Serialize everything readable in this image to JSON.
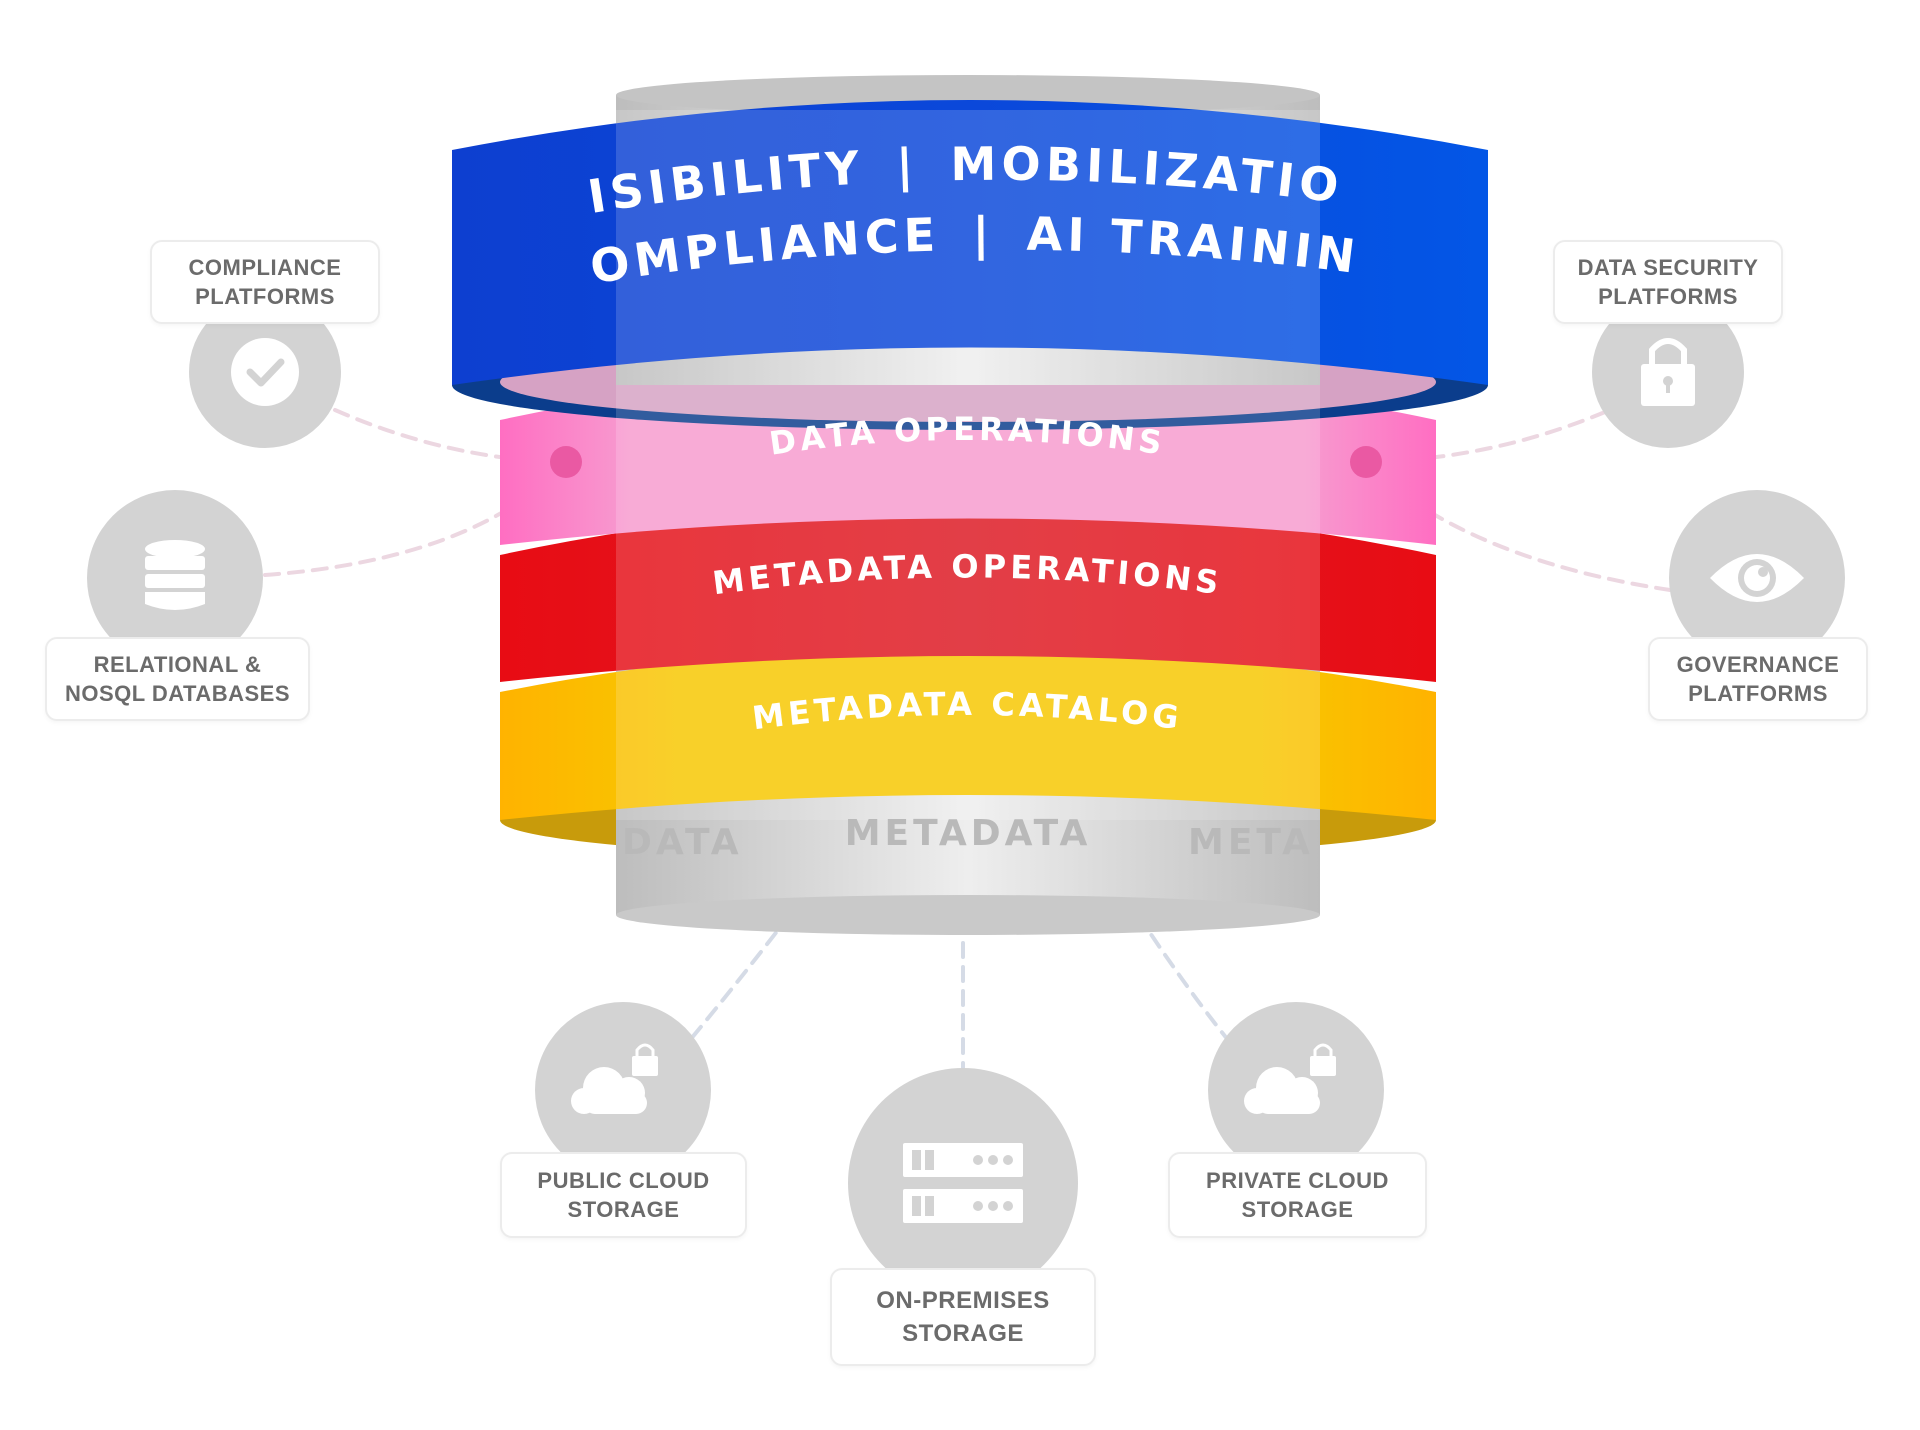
{
  "top_ring": {
    "line1_left": "VISIBILITY",
    "line1_right": "MOBILIZATION",
    "line2_left": "COMPLIANCE",
    "line2_right": "AI TRAINING",
    "separator": "|"
  },
  "layers": {
    "data_operations": "DATA OPERATIONS",
    "metadata_operations": "METADATA OPERATIONS",
    "metadata_catalog": "METADATA CATALOG"
  },
  "cylinder_base": {
    "left": "DATA",
    "center": "METADATA",
    "right": "META"
  },
  "sources": {
    "compliance": {
      "line1": "COMPLIANCE",
      "line2": "PLATFORMS",
      "icon": "check-icon"
    },
    "databases": {
      "line1": "RELATIONAL &",
      "line2": "NOSQL DATABASES",
      "icon": "database-icon"
    },
    "data_security": {
      "line1": "DATA SECURITY",
      "line2": "PLATFORMS",
      "icon": "lock-icon"
    },
    "governance": {
      "line1": "GOVERNANCE",
      "line2": "PLATFORMS",
      "icon": "eye-icon"
    },
    "public_cloud": {
      "line1": "PUBLIC CLOUD",
      "line2": "STORAGE",
      "icon": "cloud-lock-icon"
    },
    "on_premises": {
      "line1": "ON-PREMISES",
      "line2": "STORAGE",
      "icon": "server-icon"
    },
    "private_cloud": {
      "line1": "PRIVATE CLOUD",
      "line2": "STORAGE",
      "icon": "cloud-lock-icon"
    }
  },
  "colors": {
    "blue": "#0a49d8",
    "pink": "#f59fcf",
    "red": "#e3151f",
    "yellow": "#f7c700",
    "gray": "#d6d6d6",
    "icon_circle": "#d3d3d3",
    "label_text": "#6b6b6b"
  }
}
